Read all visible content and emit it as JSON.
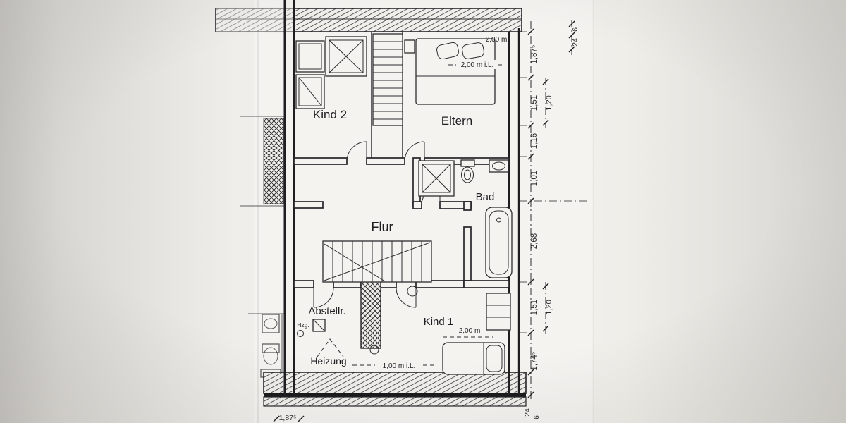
{
  "drawing": {
    "rooms": {
      "kind2": "Kind 2",
      "eltern": "Eltern",
      "bad": "Bad",
      "flur": "Flur",
      "abstell": "Abstellr.",
      "kind1": "Kind 1",
      "heizung": "Heizung"
    },
    "labels": {
      "hzg": "Hzg.",
      "clearance_top_corner": "2,00 m",
      "clearance_eltern": "2,00 m i.L.",
      "clearance_kind1": "2,00 m",
      "clearance_bottom": "1,00 m i.L."
    },
    "dims": {
      "chain": [
        "1,87⁵",
        "1,51",
        "1,16",
        "1,01",
        "2,68",
        "1,51",
        "1,74⁵"
      ],
      "inner_upper": "1,20",
      "inner_lower": "1,20",
      "wall_top_small": "6",
      "wall_top_large": "24",
      "wall_bottom_large": "24",
      "wall_bottom_small": "6",
      "bottom_left": "1,87⁵"
    }
  },
  "colors": {
    "paper": "#f3f2ee",
    "paper_edge": "#c8c6c3",
    "ink": "#26262a"
  }
}
